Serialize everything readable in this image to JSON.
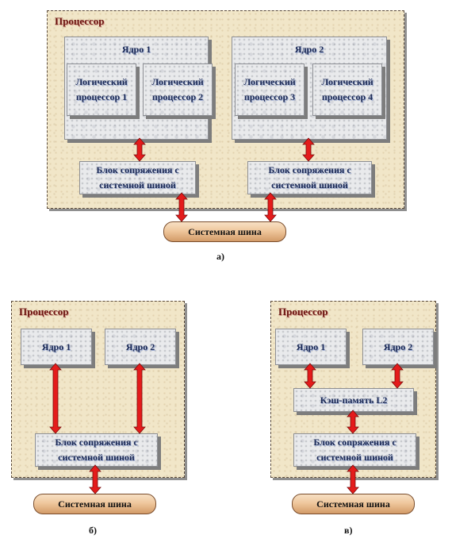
{
  "diagram_a": {
    "processor_label": "Процессор",
    "cores": [
      {
        "title": "Ядро 1",
        "logical": [
          "Логический процессор 1",
          "Логический процессор 2"
        ]
      },
      {
        "title": "Ядро 2",
        "logical": [
          "Логический процессор 3",
          "Логический процессор 4"
        ]
      }
    ],
    "interfaces": [
      "Блок сопряжения с системной шиной",
      "Блок сопряжения с системной шиной"
    ],
    "bus": "Системная шина",
    "caption": "а)"
  },
  "diagram_b": {
    "processor_label": "Процессор",
    "cores": [
      "Ядро 1",
      "Ядро 2"
    ],
    "interface": "Блок сопряжения с системной шиной",
    "bus": "Системная шина",
    "caption": "б)"
  },
  "diagram_c": {
    "processor_label": "Процессор",
    "cores": [
      "Ядро 1",
      "Ядро 2"
    ],
    "cache": "Кэш-память L2",
    "interface": "Блок сопряжения с системной шиной",
    "bus": "Системная шина",
    "caption": "в)"
  },
  "colors": {
    "arrow": "#e41b1b",
    "processor_bg": "#f1e6c8",
    "bus": "#efc79d"
  }
}
